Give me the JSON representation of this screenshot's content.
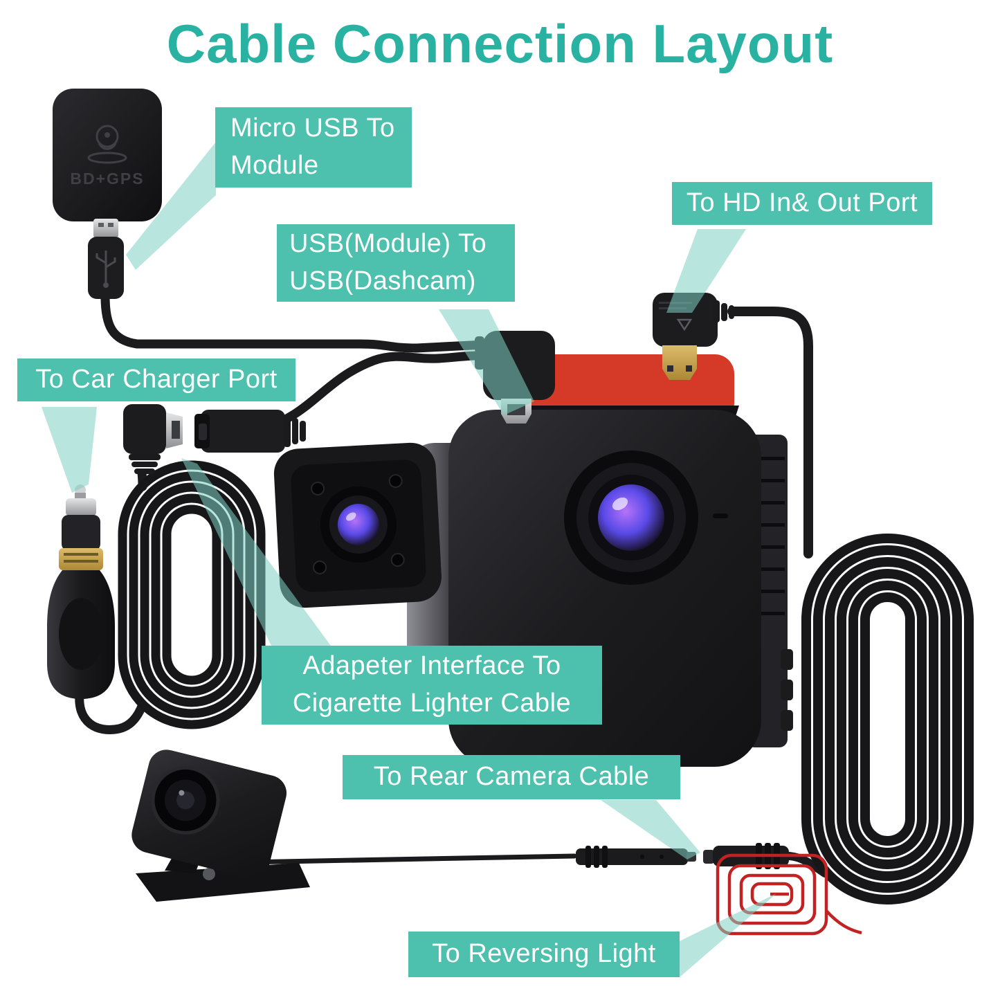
{
  "title": "Cable Connection Layout",
  "colors": {
    "accent_title": "#29b2a2",
    "label_background": "#4ec0ae",
    "pointer_beam": "#7ed0c3",
    "label_text": "#ffffff",
    "red_adhesive_pad": "#d53a28",
    "reversing_light_coil": "#c32222",
    "cable_black": "#1b1b1e"
  },
  "labels": {
    "micro_usb_module": {
      "lines": [
        "Micro USB To",
        "Module"
      ]
    },
    "usb_module_dashcam": {
      "lines": [
        "USB(Module) To",
        "USB(Dashcam)"
      ]
    },
    "hd_in_out_port": {
      "lines": [
        "To HD In& Out Port"
      ]
    },
    "car_charger_port": {
      "lines": [
        "To Car Charger Port"
      ]
    },
    "adapter_interface": {
      "lines": [
        "Adapeter Interface To",
        "Cigarette Lighter Cable"
      ]
    },
    "rear_camera_cable": {
      "lines": [
        "To Rear Camera Cable"
      ]
    },
    "reversing_light": {
      "lines": [
        "To Reversing Light"
      ]
    }
  },
  "devices": {
    "gps_module": {
      "marking": "BD+GPS",
      "icon": "location-pin"
    },
    "micro_usb_plug": {
      "icon": "usb-trident"
    },
    "dashcam": {
      "cameras": [
        "cabin-camera",
        "front-camera"
      ]
    },
    "hd_connector": {
      "icon": "triangle-marking"
    }
  }
}
